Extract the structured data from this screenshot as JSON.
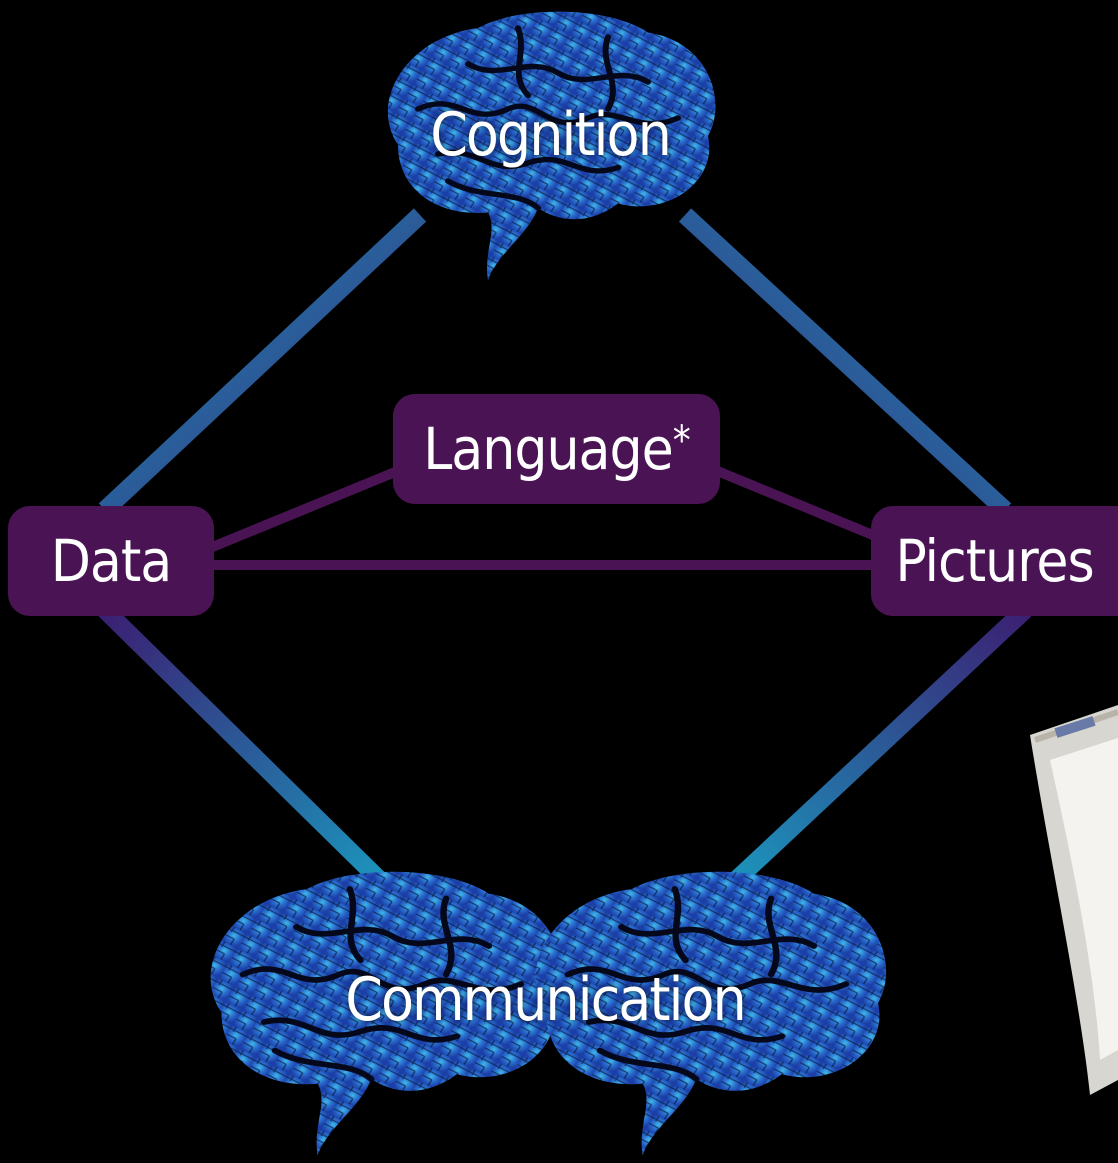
{
  "nodes": {
    "cognition": "Cognition",
    "language": "Language",
    "language_mark": "*",
    "data": "Data",
    "pictures": "Pictures",
    "communication": "Communication"
  },
  "colors": {
    "background": "#000000",
    "node_fill": "#4a1454",
    "edge_teal": "#1a8fb0",
    "edge_purple": "#3a1a6a",
    "brain_blue": "#2a5cc8",
    "brain_cyan": "#33b6e0"
  },
  "icons": [
    "brain-icon",
    "device-photo"
  ]
}
